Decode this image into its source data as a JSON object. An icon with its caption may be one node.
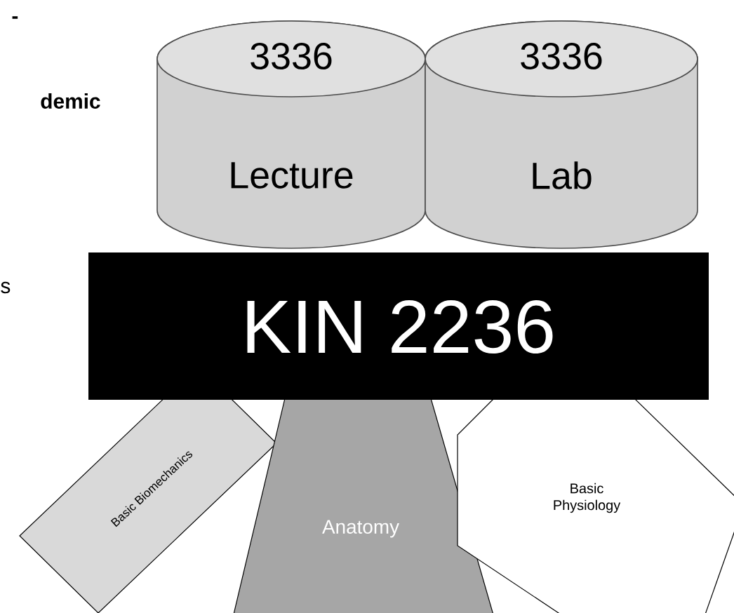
{
  "diagram": {
    "nodes": [
      {
        "text": [
          "3336",
          "Lecture"
        ]
      },
      {
        "text": [
          "3336",
          "Lab"
        ]
      },
      {
        "text": [
          "KIN 2236"
        ]
      },
      {
        "text": [
          "Basic Biomechanics"
        ]
      },
      {
        "text": [
          "Anatomy"
        ]
      },
      {
        "text": [
          "Basic Physiology"
        ]
      }
    ],
    "labels": [
      "-",
      "demic",
      "s"
    ]
  }
}
